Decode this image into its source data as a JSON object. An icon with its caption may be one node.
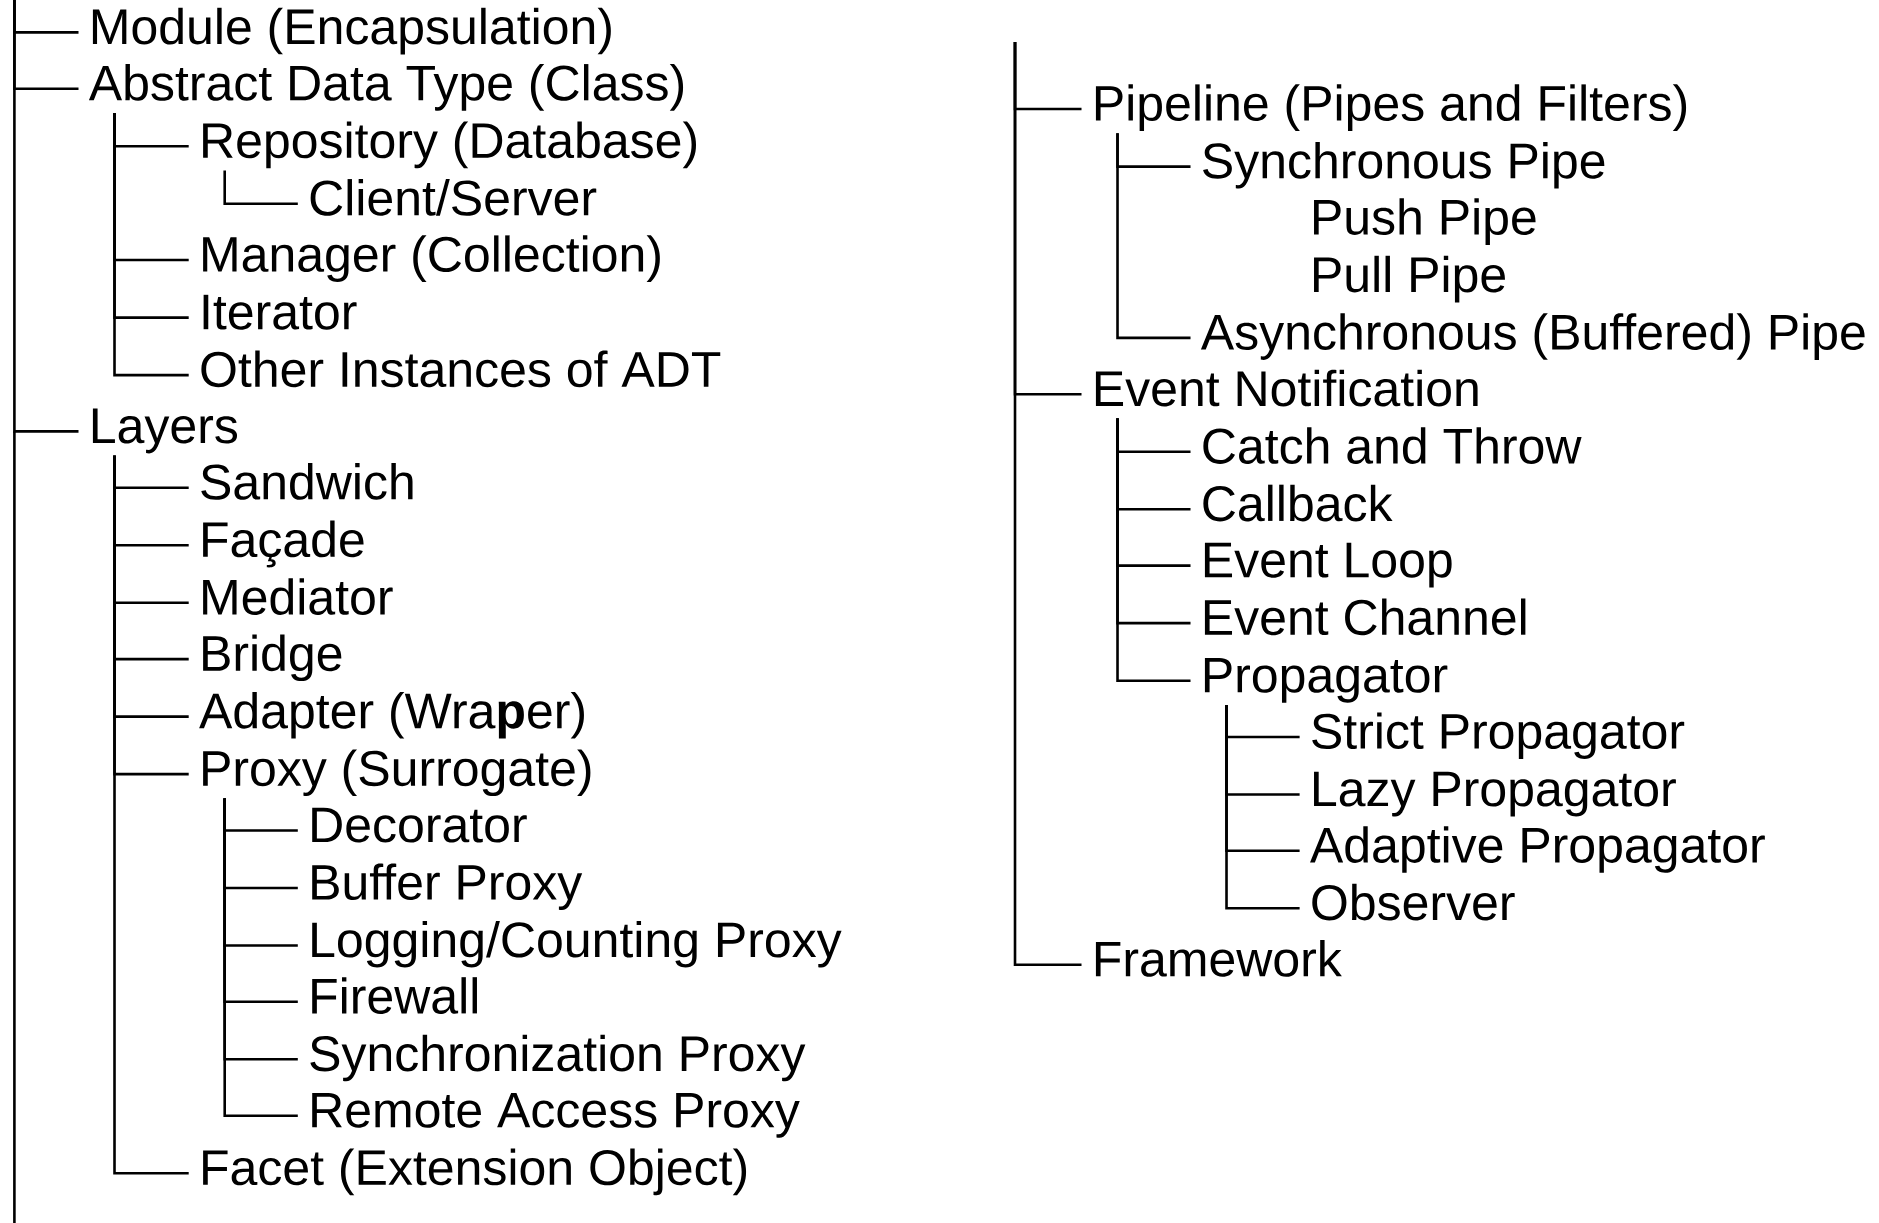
{
  "diagram": {
    "nodes": [
      {
        "text": [
          "Module (Encapsulation)"
        ]
      },
      {
        "text": [
          "Abstract Data Type (Class)"
        ]
      },
      {
        "text": [
          "Repository (Database)"
        ]
      },
      {
        "text": [
          "Client/Server"
        ]
      },
      {
        "text": [
          "Manager (Collection)"
        ]
      },
      {
        "text": [
          "Iterator"
        ]
      },
      {
        "text": [
          "Other Instances of ADT"
        ]
      },
      {
        "text": [
          "Layers"
        ]
      },
      {
        "text": [
          "Sandwich"
        ]
      },
      {
        "text": [
          "Façade"
        ]
      },
      {
        "text": [
          "Mediator"
        ]
      },
      {
        "text": [
          "Bridge"
        ]
      },
      {
        "text": [
          "Adapter (Wra**p**er)"
        ]
      },
      {
        "text": [
          "Proxy (Surrogate)"
        ]
      },
      {
        "text": [
          "Decorator"
        ]
      },
      {
        "text": [
          "Buffer Proxy"
        ]
      },
      {
        "text": [
          "Logging/Counting Proxy"
        ]
      },
      {
        "text": [
          "Firewall"
        ]
      },
      {
        "text": [
          "Synchronization Proxy"
        ]
      },
      {
        "text": [
          "Remote Access Proxy"
        ]
      },
      {
        "text": [
          "Facet (Extension Object)"
        ]
      },
      {
        "text": [
          "Pipeline (Pipes and Filters)"
        ]
      },
      {
        "text": [
          "Synchronous Pipe"
        ]
      },
      {
        "text": [
          "Asynchronous (Buffered) Pipe"
        ]
      },
      {
        "text": [
          "Event Notification"
        ]
      },
      {
        "text": [
          "Catch and Throw"
        ]
      },
      {
        "text": [
          "Callback"
        ]
      },
      {
        "text": [
          "Event Loop"
        ]
      },
      {
        "text": [
          "Event Channel"
        ]
      },
      {
        "text": [
          "Propagator"
        ]
      },
      {
        "text": [
          "Strict Propagator"
        ]
      },
      {
        "text": [
          "Lazy Propagator"
        ]
      },
      {
        "text": [
          "Adaptive Propagator"
        ]
      },
      {
        "text": [
          "Observer"
        ]
      },
      {
        "text": [
          "Framework"
        ]
      }
    ],
    "edges": [
      {
        "from": null,
        "to": 0,
        "arrow": "none"
      },
      {
        "from": null,
        "to": 1,
        "arrow": "none"
      },
      {
        "from": 1,
        "to": 2,
        "arrow": "none"
      },
      {
        "from": 2,
        "to": 3,
        "arrow": "none"
      },
      {
        "from": 1,
        "to": 4,
        "arrow": "none"
      },
      {
        "from": 1,
        "to": 5,
        "arrow": "none"
      },
      {
        "from": 1,
        "to": 6,
        "arrow": "none"
      },
      {
        "from": null,
        "to": 7,
        "arrow": "none"
      },
      {
        "from": 7,
        "to": 8,
        "arrow": "none"
      },
      {
        "from": 7,
        "to": 9,
        "arrow": "none"
      },
      {
        "from": 7,
        "to": 10,
        "arrow": "none"
      },
      {
        "from": 7,
        "to": 11,
        "arrow": "none"
      },
      {
        "from": 7,
        "to": 12,
        "arrow": "none"
      },
      {
        "from": 7,
        "to": 13,
        "arrow": "none"
      },
      {
        "from": 13,
        "to": 14,
        "arrow": "none"
      },
      {
        "from": 13,
        "to": 15,
        "arrow": "none"
      },
      {
        "from": 13,
        "to": 16,
        "arrow": "none"
      },
      {
        "from": 13,
        "to": 17,
        "arrow": "none"
      },
      {
        "from": 13,
        "to": 18,
        "arrow": "none"
      },
      {
        "from": 13,
        "to": 19,
        "arrow": "none"
      },
      {
        "from": 7,
        "to": 20,
        "arrow": "none"
      },
      {
        "from": null,
        "to": 21,
        "arrow": "none"
      },
      {
        "from": 21,
        "to": 22,
        "arrow": "none"
      },
      {
        "from": 21,
        "to": 23,
        "arrow": "none"
      },
      {
        "from": null,
        "to": 24,
        "arrow": "none"
      },
      {
        "from": 24,
        "to": 25,
        "arrow": "none"
      },
      {
        "from": 24,
        "to": 26,
        "arrow": "none"
      },
      {
        "from": 24,
        "to": 27,
        "arrow": "none"
      },
      {
        "from": 24,
        "to": 28,
        "arrow": "none"
      },
      {
        "from": 24,
        "to": 29,
        "arrow": "none"
      },
      {
        "from": 29,
        "to": 30,
        "arrow": "none"
      },
      {
        "from": 29,
        "to": 31,
        "arrow": "none"
      },
      {
        "from": 29,
        "to": 32,
        "arrow": "none"
      },
      {
        "from": 29,
        "to": 33,
        "arrow": "none"
      },
      {
        "from": null,
        "to": 34,
        "arrow": "none"
      }
    ],
    "labels": [
      "Push Pipe",
      "Pull Pipe"
    ]
  }
}
